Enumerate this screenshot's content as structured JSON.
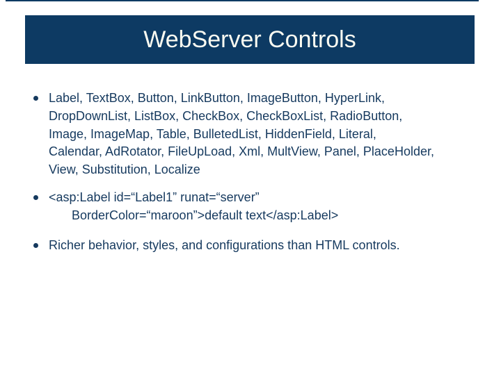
{
  "slide": {
    "title": "WebServer Controls",
    "accent_color": "#0d3a63",
    "title_text_color": "#fbfbf2",
    "body_text_color": "#15395e"
  },
  "bullets": [
    {
      "lines": [
        "Label, TextBox, Button, LinkButton, ImageButton, HyperLink,",
        "DropDownList, ListBox, CheckBox, CheckBoxList, RadioButton,",
        "Image, ImageMap, Table, BulletedList, HiddenField, Literal,",
        "Calendar, AdRotator, FileUpLoad, Xml, MultView, Panel, PlaceHolder,",
        "View, Substitution, Localize"
      ]
    },
    {
      "lines": [
        "<asp:Label id=“Label1” runat=“server”",
        "BorderColor=“maroon”>default text</asp:Label>"
      ]
    },
    {
      "lines": [
        "Richer behavior, styles, and configurations than HTML controls."
      ]
    }
  ]
}
